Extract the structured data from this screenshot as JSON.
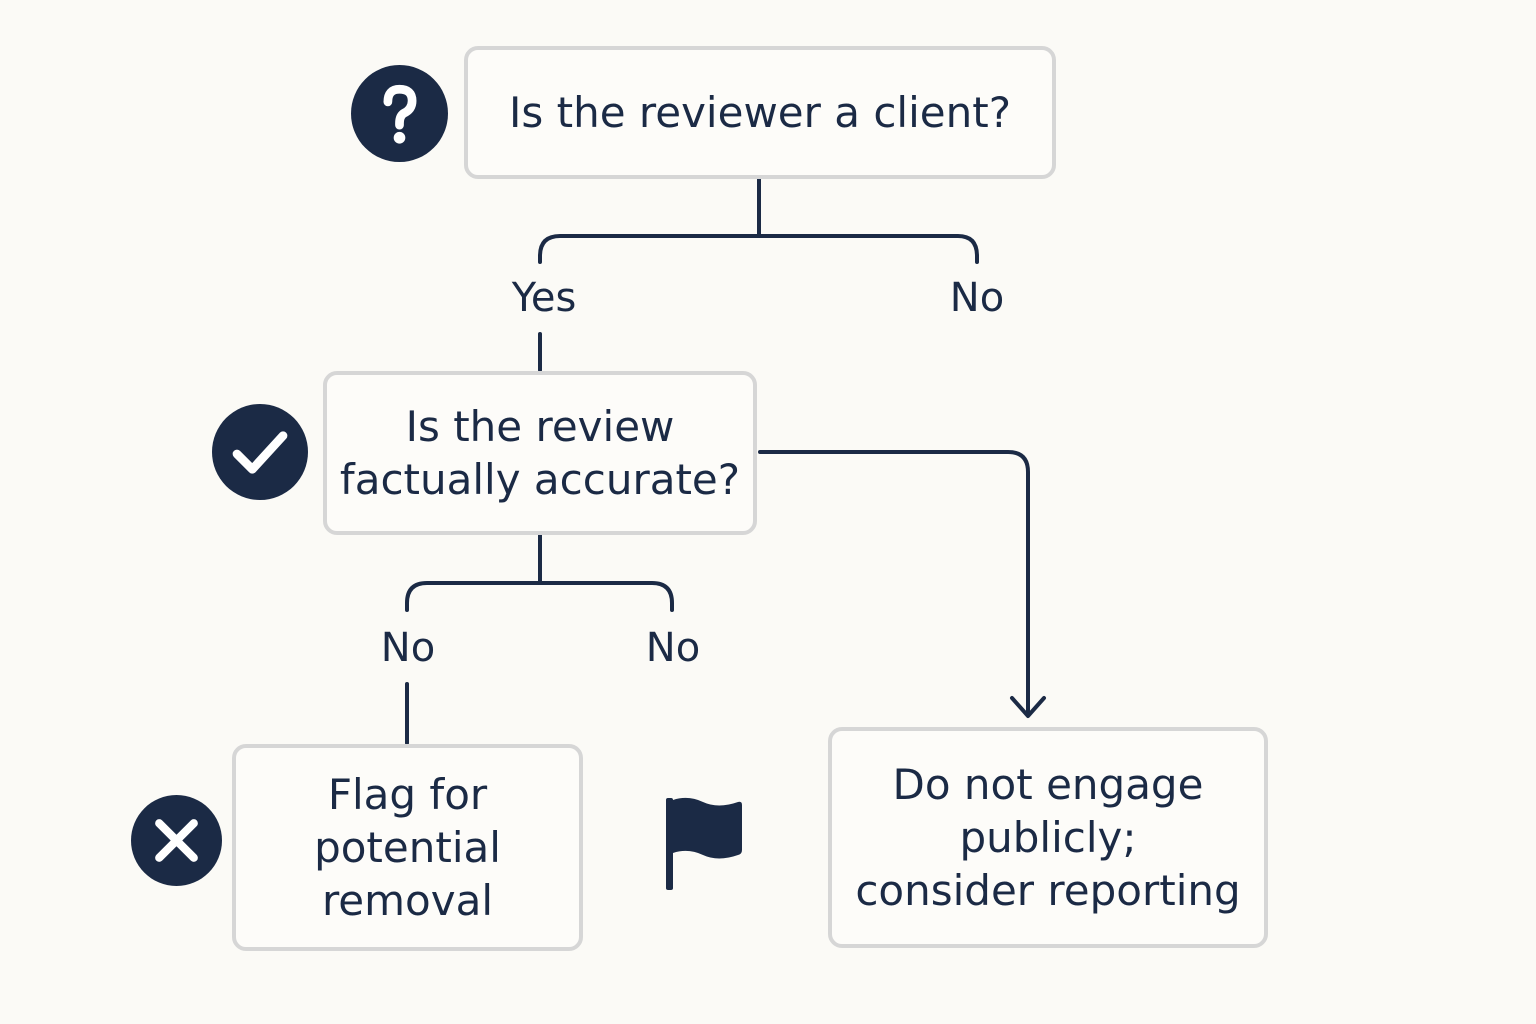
{
  "nodes": {
    "reviewer_client": "Is the reviewer a client?",
    "factually_accurate": "Is the review\nfactually accurate?",
    "flag_removal": "Flag for\npotential\nremoval",
    "do_not_engage": "Do not engage\npublicly;\nconsider reporting"
  },
  "edge_labels": {
    "client_yes": "Yes",
    "client_no": "No",
    "accurate_no_left": "No",
    "accurate_no_right": "No"
  },
  "icons": {
    "question_badge": "question-icon",
    "check_badge": "check-icon",
    "cross_badge": "close-icon",
    "flag": "flag-icon"
  },
  "colors": {
    "ink": "#1b2a45",
    "box_border": "#d6d6d6",
    "background": "#fbfaf6"
  }
}
